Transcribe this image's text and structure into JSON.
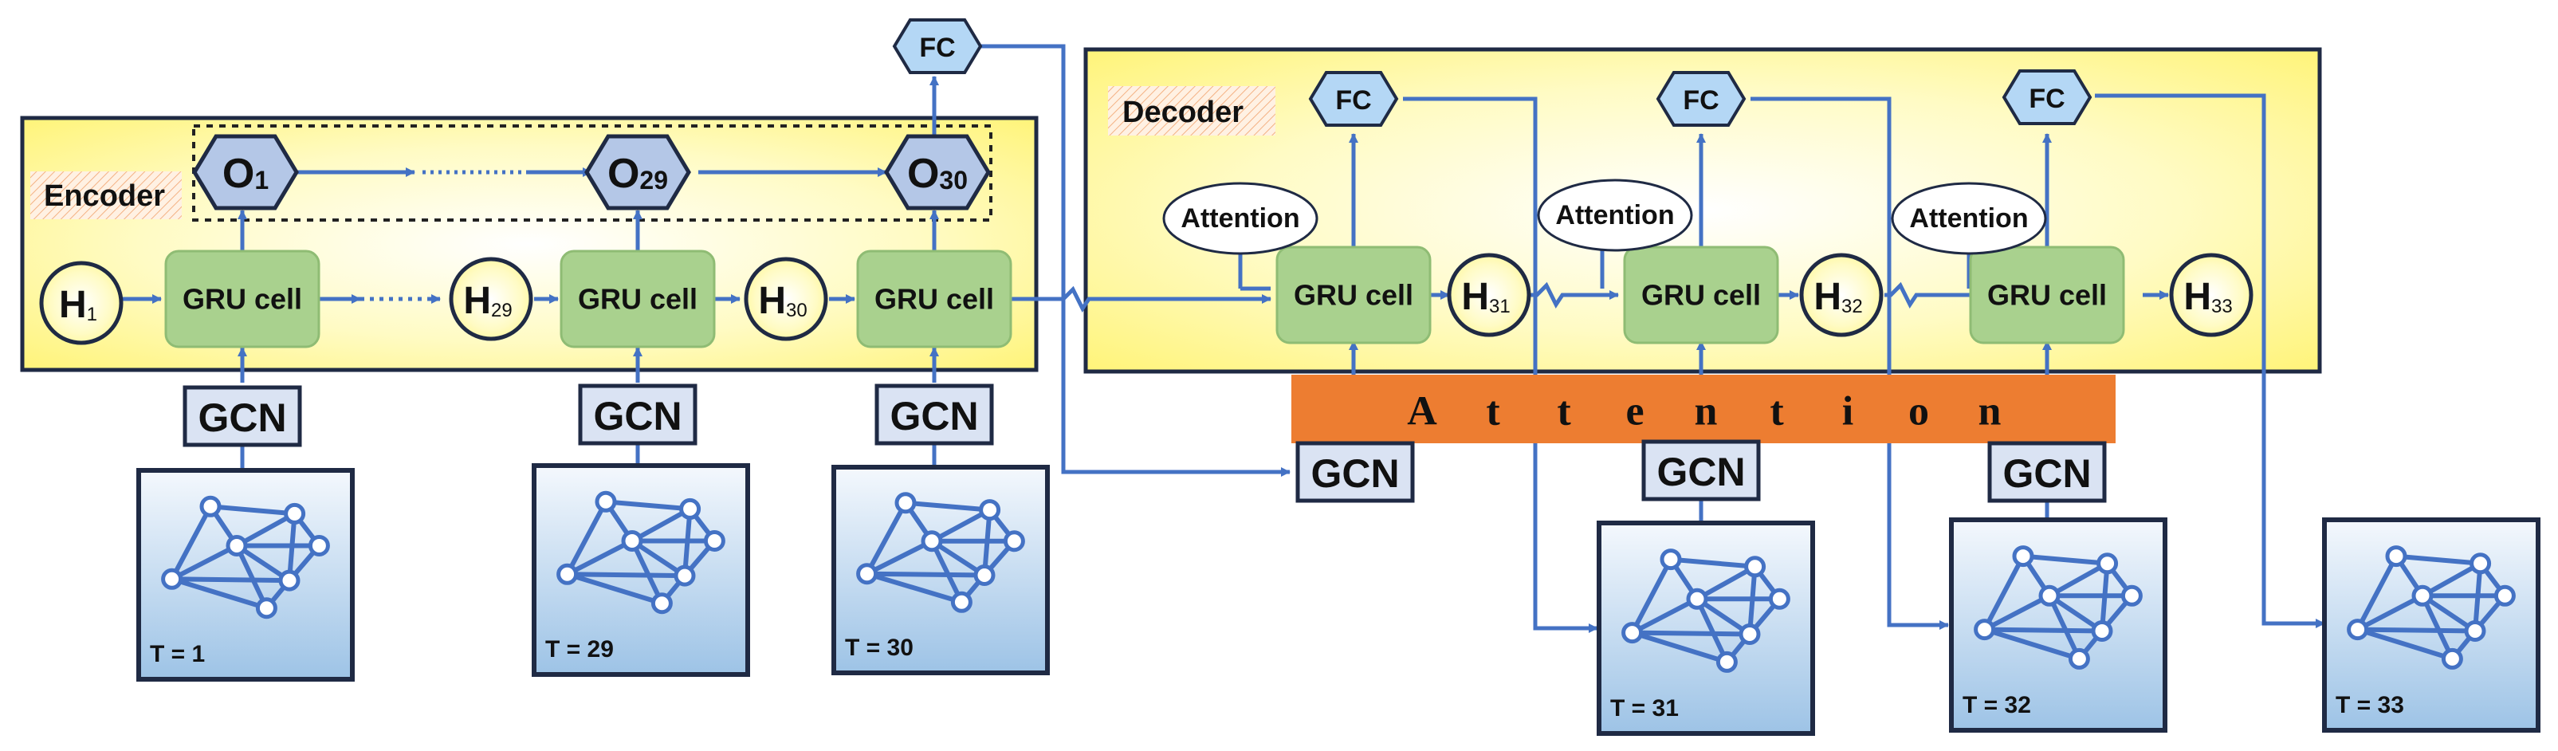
{
  "encoder": {
    "label": "Encoder"
  },
  "decoder": {
    "label": "Decoder"
  },
  "gru_label": "GRU cell",
  "gcn_label": "GCN",
  "fc_label": "FC",
  "attention_small_label": "Attention",
  "attention_bar_letters": [
    "A",
    "t",
    "t",
    "e",
    "n",
    "t",
    "i",
    "o",
    "n"
  ],
  "outputs": [
    {
      "main": "O",
      "sub": "1"
    },
    {
      "main": "O",
      "sub": "29"
    },
    {
      "main": "O",
      "sub": "30"
    }
  ],
  "hidden_states": [
    {
      "main": "H",
      "sub": "1"
    },
    {
      "main": "H",
      "sub": "29"
    },
    {
      "main": "H",
      "sub": "30"
    },
    {
      "main": "H",
      "sub": "31"
    },
    {
      "main": "H",
      "sub": "32"
    },
    {
      "main": "H",
      "sub": "33"
    }
  ],
  "time_labels": [
    "T = 1",
    "T = 29",
    "T = 30",
    "T = 31",
    "T = 32",
    "T = 33"
  ],
  "colors": {
    "arrow": "#4472c4",
    "gru_fill": "#a9d18e",
    "gcn_fill": "#dae3f3",
    "fc_fill": "#b4d7f5",
    "output_fill": "#b4c7e7",
    "attention_bar": "#ed7d31",
    "panel_yellow": "#fff9a8"
  }
}
